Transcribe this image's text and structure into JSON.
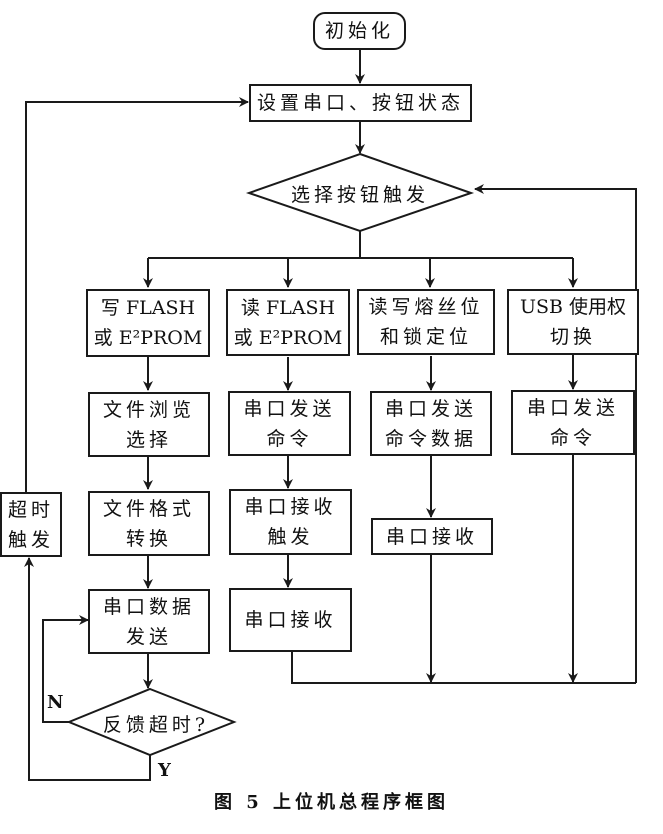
{
  "diagram": {
    "start": "初始化",
    "setup": "设置串口、按钮状态",
    "decision_main": "选择按钮触发",
    "branches": [
      {
        "title_lines": [
          "写 FLASH",
          "或 E²PROM"
        ],
        "steps": [
          [
            "文件浏览",
            "选择"
          ],
          [
            "文件格式",
            "转换"
          ],
          [
            "串口数据",
            "发送"
          ]
        ]
      },
      {
        "title_lines": [
          "读 FLASH",
          "或 E²PROM"
        ],
        "steps": [
          [
            "串口发送",
            "命令"
          ],
          [
            "串口接收",
            "触发"
          ],
          [
            "串口接收"
          ]
        ]
      },
      {
        "title_lines": [
          "读写熔丝位",
          "和锁定位"
        ],
        "steps": [
          [
            "串口发送",
            "命令数据"
          ],
          [
            "串口接收"
          ]
        ]
      },
      {
        "title_lines": [
          "USB 使用权",
          "切换"
        ],
        "steps": [
          [
            "串口发送",
            "命令"
          ]
        ]
      }
    ],
    "decision_timeout": "反馈超时?",
    "timeout_box": [
      "超时",
      "触发"
    ],
    "label_no": "N",
    "label_yes": "Y"
  },
  "caption": "图 5   上位机总程序框图"
}
